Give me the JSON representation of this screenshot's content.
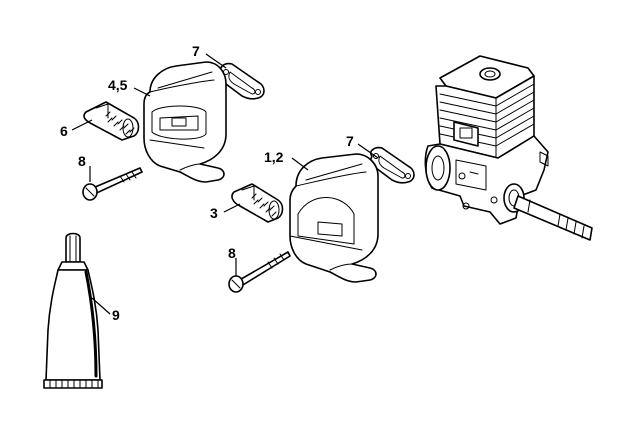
{
  "callouts": {
    "c7a": "7",
    "c45": "4,5",
    "c6": "6",
    "c8a": "8",
    "c7b": "7",
    "c12": "1,2",
    "c3": "3",
    "c8b": "8",
    "c9": "9"
  },
  "colors": {
    "ink": "#000000",
    "paper": "#ffffff"
  }
}
